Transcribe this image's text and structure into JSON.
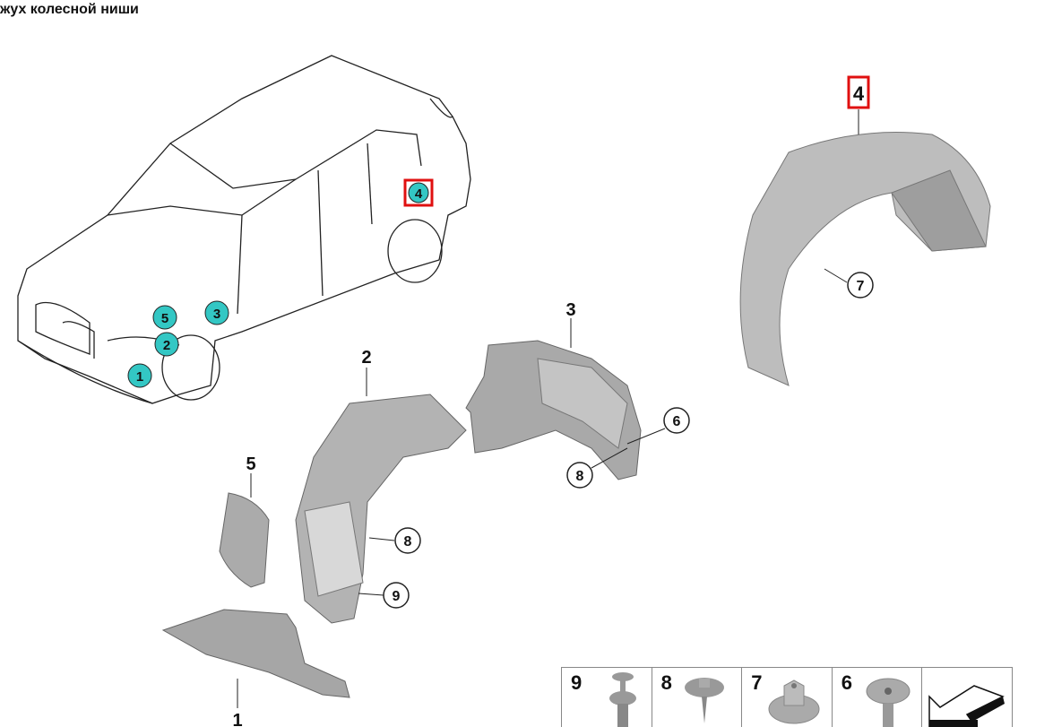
{
  "title": "жух колесной ниши",
  "colors": {
    "marker": "#33c7c4",
    "highlight": "#e01010",
    "part": "#b9b9b9"
  },
  "car_markers": [
    {
      "label": "1"
    },
    {
      "label": "2"
    },
    {
      "label": "3"
    },
    {
      "label": "4"
    },
    {
      "label": "5"
    }
  ],
  "part_labels": {
    "p4": "4",
    "p7": "7",
    "p3": "3",
    "p6": "6",
    "p8a": "8",
    "p2": "2",
    "p8b": "8",
    "p9": "9",
    "p5": "5",
    "p1": "1"
  },
  "legend": [
    {
      "num": "9",
      "icon": "push-rivet-icon"
    },
    {
      "num": "8",
      "icon": "screw-icon"
    },
    {
      "num": "7",
      "icon": "collar-nut-icon"
    },
    {
      "num": "6",
      "icon": "expanding-rivet-icon"
    },
    {
      "num": "",
      "icon": "arrow-icon"
    }
  ]
}
